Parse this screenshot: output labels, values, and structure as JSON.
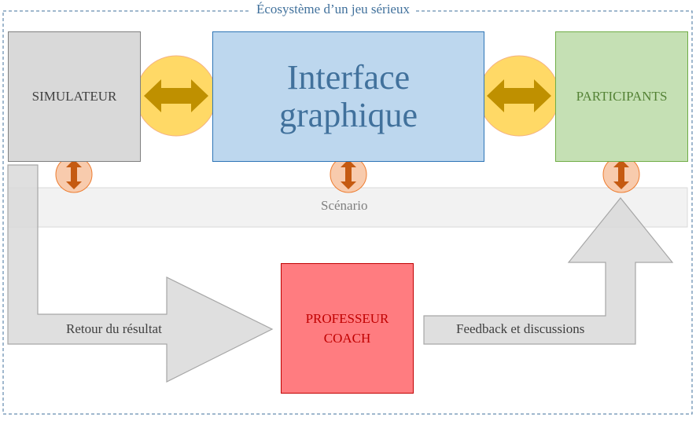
{
  "diagram": {
    "title": "Écosystème d’un jeu sérieux",
    "simulator_label": "SIMULATEUR",
    "interface_label": "Interface graphique",
    "participants_label": "PARTICIPANTS",
    "scenario_label": "Scénario",
    "coach_label": "PROFESSEUR COACH",
    "result_return_label": "Retour du résultat",
    "feedback_label": "Feedback et discussions"
  },
  "colors": {
    "frame_border": "#41719c",
    "simulator_fill": "#d9d9d9",
    "interface_fill": "#bdd7ee",
    "participants_fill": "#c5e0b4",
    "coach_fill": "#ff7c80",
    "connector_circle_fill": "#ffd966",
    "connector_arrow_fill": "#bf9000",
    "small_circle_fill": "#f8cbad",
    "small_arrow_fill": "#c55a11",
    "flow_arrow_fill": "#d9d9d9"
  },
  "icons": [
    "double-arrow-horizontal-icon",
    "double-arrow-vertical-icon"
  ]
}
